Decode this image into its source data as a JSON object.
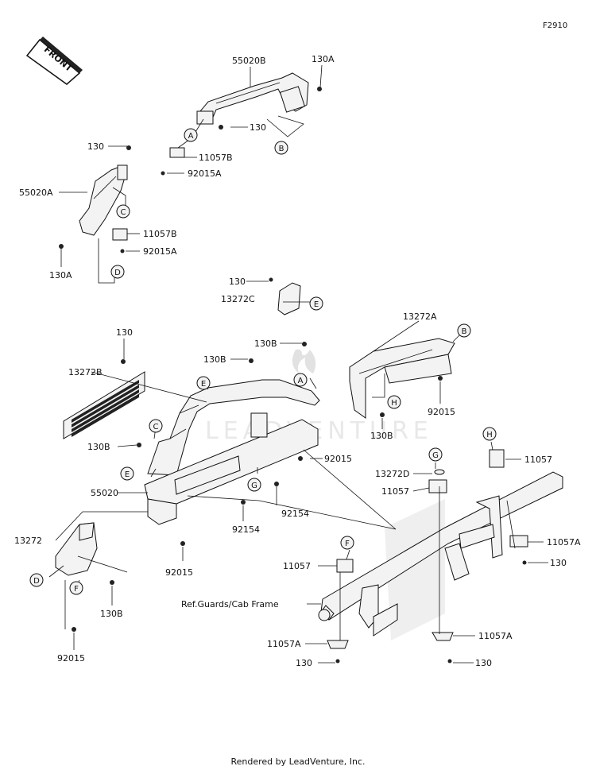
{
  "diagram_id": "F2910",
  "direction_badge": "FRONT",
  "watermark": "LEADVENTURE",
  "footer": "Rendered by LeadVenture, Inc.",
  "reference_note": "Ref.Guards/Cab Frame",
  "parts": {
    "p55020": "55020",
    "p55020a": "55020A",
    "p55020b": "55020B",
    "p13272": "13272",
    "p13272a": "13272A",
    "p13272b": "13272B",
    "p13272c": "13272C",
    "p13272d": "13272D",
    "p11057": "11057",
    "p11057a": "11057A",
    "p11057b": "11057B",
    "p92015": "92015",
    "p92015a": "92015A",
    "p92154": "92154",
    "p130": "130",
    "p130a": "130A",
    "p130b": "130B"
  },
  "callouts": {
    "A": "A",
    "B": "B",
    "C": "C",
    "D": "D",
    "E": "E",
    "F": "F",
    "G": "G",
    "H": "H"
  }
}
